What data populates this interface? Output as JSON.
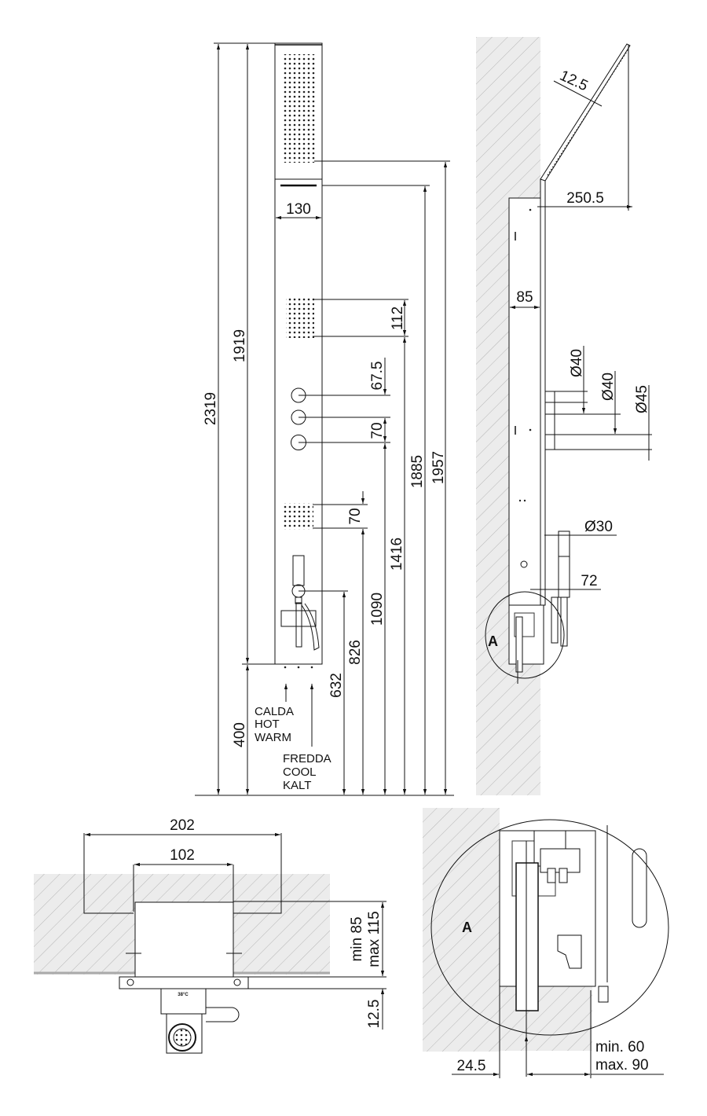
{
  "front_view": {
    "width_label": "130",
    "dims": {
      "total_height": "2319",
      "panel_height": "1919",
      "floor_to_panel": "400",
      "head_height": "1957",
      "head_bottom": "1885",
      "body_jet_height": "112",
      "body_jet_pos": "1416",
      "knob_spacing_1": "67.5",
      "knob_spacing_2": "70",
      "knob_pos": "1090",
      "lower_jet_height": "70",
      "lower_jet_pos": "826",
      "hand_shower_pos": "632"
    },
    "hot_label": [
      "CALDA",
      "HOT",
      "WARM"
    ],
    "cold_label": [
      "FREDDA",
      "COOL",
      "KALT"
    ]
  },
  "side_view": {
    "dims": {
      "head_thickness": "12.5",
      "head_projection": "250.5",
      "panel_depth": "85",
      "dia_1": "Ø40",
      "dia_2": "Ø40",
      "dia_3": "Ø45",
      "hand_dia": "Ø30",
      "hand_offset": "72"
    },
    "detail_label": "A"
  },
  "plan_view": {
    "dims": {
      "outer_width": "202",
      "inner_width": "102",
      "recess_min": "min 85",
      "recess_max": "max 115",
      "plate_thickness": "12.5"
    },
    "thermostat_label": "38°C"
  },
  "detail_view": {
    "label": "A",
    "dims": {
      "offset": "24.5",
      "min": "min. 60",
      "max": "max. 90"
    }
  }
}
